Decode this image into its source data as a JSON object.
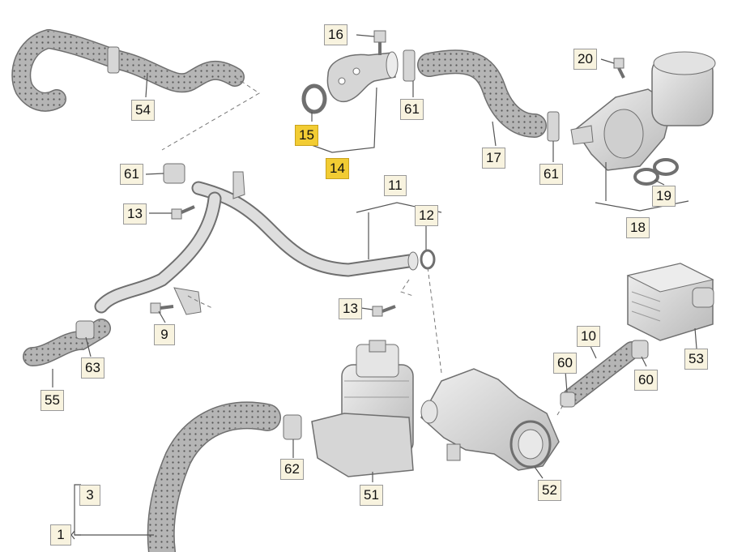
{
  "diagram": {
    "callouts": {
      "c1": "1",
      "c3": "3",
      "c9": "9",
      "c10": "10",
      "c11": "11",
      "c12": "12",
      "c13a": "13",
      "c13b": "13",
      "c14": "14",
      "c15": "15",
      "c16": "16",
      "c17": "17",
      "c18": "18",
      "c19": "19",
      "c20": "20",
      "c51": "51",
      "c52": "52",
      "c53": "53",
      "c54": "54",
      "c55": "55",
      "c60a": "60",
      "c60b": "60",
      "c61a": "61",
      "c61b": "61",
      "c61c": "61",
      "c62": "62",
      "c63": "63"
    },
    "highlighted": [
      "14",
      "15"
    ],
    "colors": {
      "part_fill": "#d6d6d6",
      "part_stroke": "#6f6f6f",
      "hose_fill": "#a9a9a9",
      "leader": "#555555",
      "callout_bg": "#f8f3df",
      "highlight_bg": "#f2cc33"
    }
  }
}
